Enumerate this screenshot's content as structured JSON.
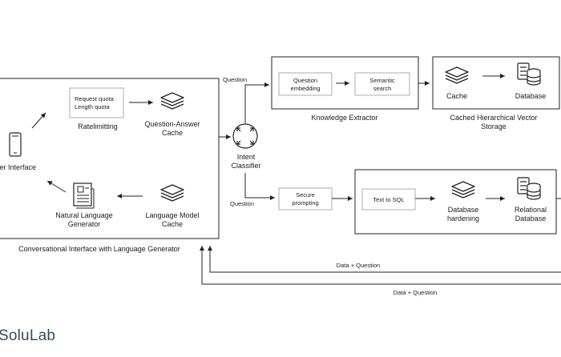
{
  "left_panel": {
    "caption": "Conversational Interface with Language Generator",
    "user_interface": "ser Interface",
    "rate_box": [
      "Request quota",
      "Length quota"
    ],
    "ratelimiting": "Ratelimitting",
    "qa_cache": [
      "Question-Answer",
      "Cache"
    ],
    "nlg": [
      "Natural Language",
      "Generator"
    ],
    "lm_cache": [
      "Language Model",
      "Cache"
    ]
  },
  "intent": [
    "Intent",
    "Classifier"
  ],
  "top_branch": {
    "edge_label": "Question",
    "question_embedding": [
      "Question",
      "embedding"
    ],
    "semantic_search": [
      "Semantic",
      "search"
    ],
    "knowledge_extractor": "Knowledge Extractor",
    "cache": "Cache",
    "database": "Database",
    "vector_storage": [
      "Cached Hierarchical Vector",
      "Storage"
    ]
  },
  "bottom_branch": {
    "edge_label": "Question",
    "secure_prompting": [
      "Secure",
      "prompting"
    ],
    "text_to_sql": "Text to SQL",
    "db_hardening": [
      "Database",
      "hardening"
    ],
    "relational_db": [
      "Relational",
      "Database"
    ]
  },
  "return_flows": [
    "Data + Question",
    "Data + Question"
  ],
  "brand": "SoluLab"
}
